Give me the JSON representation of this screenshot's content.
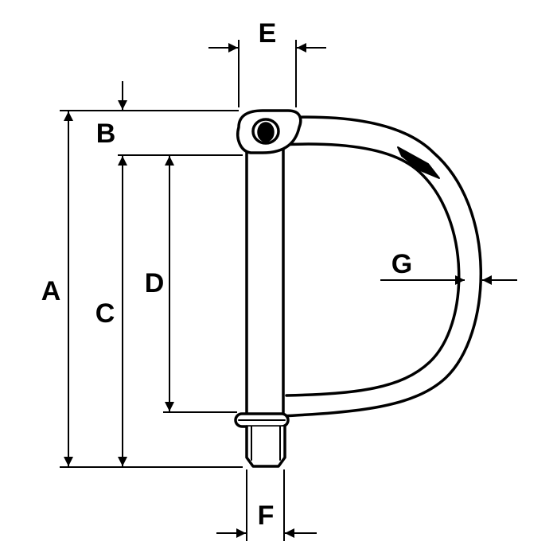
{
  "labels": {
    "a": "A",
    "b": "B",
    "c": "C",
    "d": "D",
    "e": "E",
    "f": "F",
    "g": "G"
  },
  "colors": {
    "ink": "#000000",
    "background": "#ffffff"
  }
}
